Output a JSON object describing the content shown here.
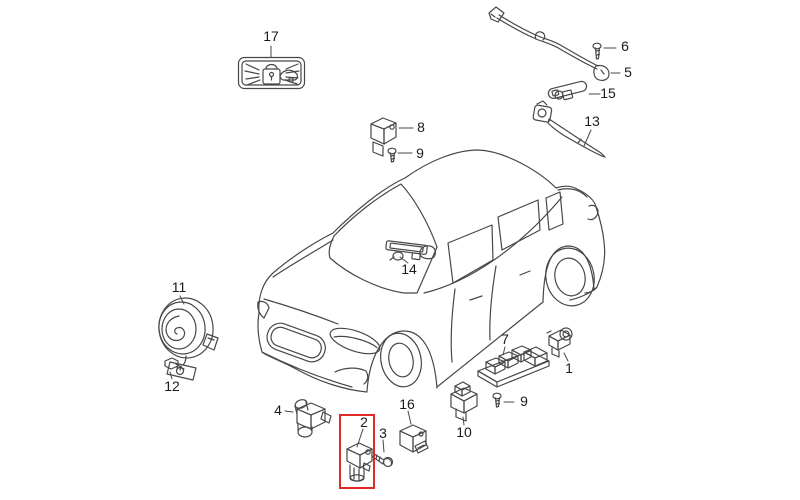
{
  "diagram": {
    "type": "exploded-parts-diagram",
    "subject": "hatchback vehicle with numbered electrical component callouts",
    "line_color": "#474747",
    "highlight": {
      "color": "#e12a25",
      "highlighted_part": "2"
    },
    "parts": [
      {
        "number": "17",
        "name": "security-warning-label"
      },
      {
        "number": "6",
        "name": "screw-harness"
      },
      {
        "number": "5",
        "name": "wire-harness"
      },
      {
        "number": "15",
        "name": "sensor-bracket"
      },
      {
        "number": "13",
        "name": "antenna-rod"
      },
      {
        "number": "8",
        "name": "relay-upper"
      },
      {
        "number": "9",
        "name": "screw-upper"
      },
      {
        "number": "14",
        "name": "windshield-sensor"
      },
      {
        "number": "11",
        "name": "horn"
      },
      {
        "number": "12",
        "name": "horn-bolt"
      },
      {
        "number": "4",
        "name": "front-sensor"
      },
      {
        "number": "2",
        "name": "highlighted-sensor"
      },
      {
        "number": "3",
        "name": "sensor-screw"
      },
      {
        "number": "16",
        "name": "relay-lower"
      },
      {
        "number": "10",
        "name": "door-switch"
      },
      {
        "number": "9",
        "name": "screw-lower"
      },
      {
        "number": "7",
        "name": "power-window-master-switch"
      },
      {
        "number": "1",
        "name": "rear-sensor"
      }
    ]
  }
}
